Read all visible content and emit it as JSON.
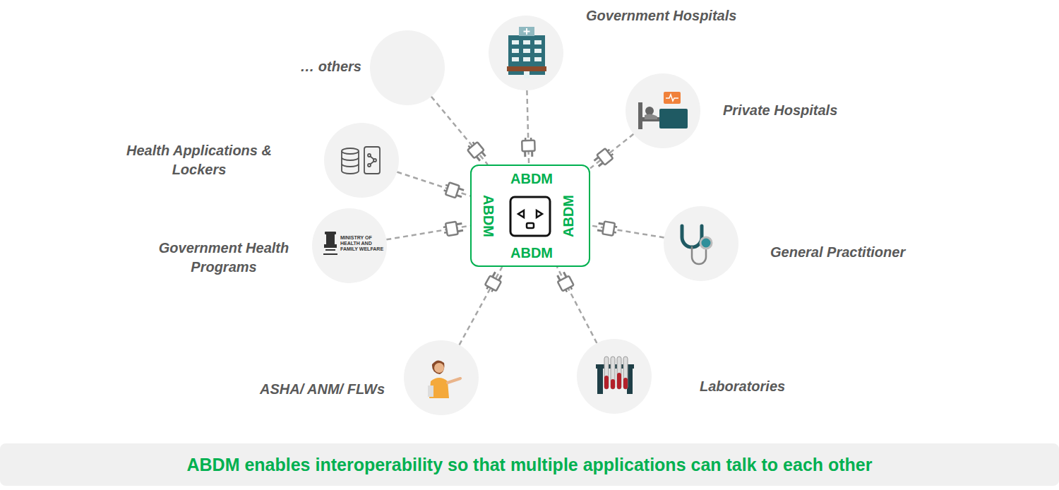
{
  "diagram": {
    "caption": "ABDM enables interoperability so that multiple applications can talk to each other",
    "nodes": [
      {
        "text": [
          "… others"
        ]
      },
      {
        "text": [
          "Government Hospitals"
        ]
      },
      {
        "text": [
          "Private Hospitals"
        ]
      },
      {
        "text": [
          "Health Applications & Lockers"
        ]
      },
      {
        "text": [
          "ABDM",
          "ABDM",
          "ABDM",
          "ABDM"
        ]
      },
      {
        "text": [
          "Government Health Programs",
          "MINISTRY OF HEALTH AND FAMILY WELFARE"
        ]
      },
      {
        "text": [
          "General Practitioner"
        ]
      },
      {
        "text": [
          "ASHA/ ANM/ FLWs"
        ]
      },
      {
        "text": [
          "Laboratories"
        ]
      }
    ],
    "edges": [
      {
        "from": 0,
        "to": 4,
        "arrow": "none"
      },
      {
        "from": 1,
        "to": 4,
        "arrow": "none"
      },
      {
        "from": 2,
        "to": 4,
        "arrow": "none"
      },
      {
        "from": 3,
        "to": 4,
        "arrow": "none"
      },
      {
        "from": 5,
        "to": 4,
        "arrow": "none"
      },
      {
        "from": 6,
        "to": 4,
        "arrow": "none"
      },
      {
        "from": 7,
        "to": 4,
        "arrow": "none"
      },
      {
        "from": 8,
        "to": 4,
        "arrow": "none"
      }
    ]
  }
}
